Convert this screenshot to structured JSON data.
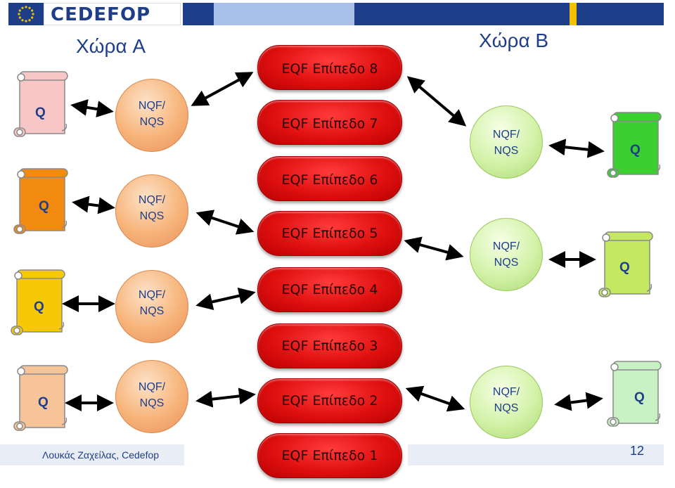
{
  "header": {
    "logo_text": "CEDEFOP",
    "segment_colors": [
      "#1f3e8a",
      "#6f8fcf",
      "#a9c1e8",
      "#1f3e8a",
      "#f2c200",
      "#1f3e8a"
    ]
  },
  "countries": {
    "a": "Χώρα A",
    "b": "Χώρα B"
  },
  "eqf_levels": [
    {
      "label": "EQF Επίπεδο 8"
    },
    {
      "label": "EQF Επίπεδο 7"
    },
    {
      "label": "EQF Επίπεδο 6"
    },
    {
      "label": "EQF Επίπεδο 5"
    },
    {
      "label": "EQF Επίπεδο 4"
    },
    {
      "label": "EQF Επίπεδο 3"
    },
    {
      "label": "EQF Επίπεδο 2"
    },
    {
      "label": "EQF Επίπεδο 1"
    }
  ],
  "nqf": {
    "line1": "NQF/",
    "line2": "NQS"
  },
  "qualification_label": "Q",
  "scroll_colors_a": [
    "#f7c6c6",
    "#f28a10",
    "#f6c808",
    "#f7c49a"
  ],
  "scroll_colors_b": [
    "#3ccf30",
    "#c4e860",
    "#c9f2c4"
  ],
  "eqf_color": "#e01010",
  "footer": {
    "author": "Λουκάς Ζαχείλας, Cedefop",
    "page_number": "12"
  }
}
